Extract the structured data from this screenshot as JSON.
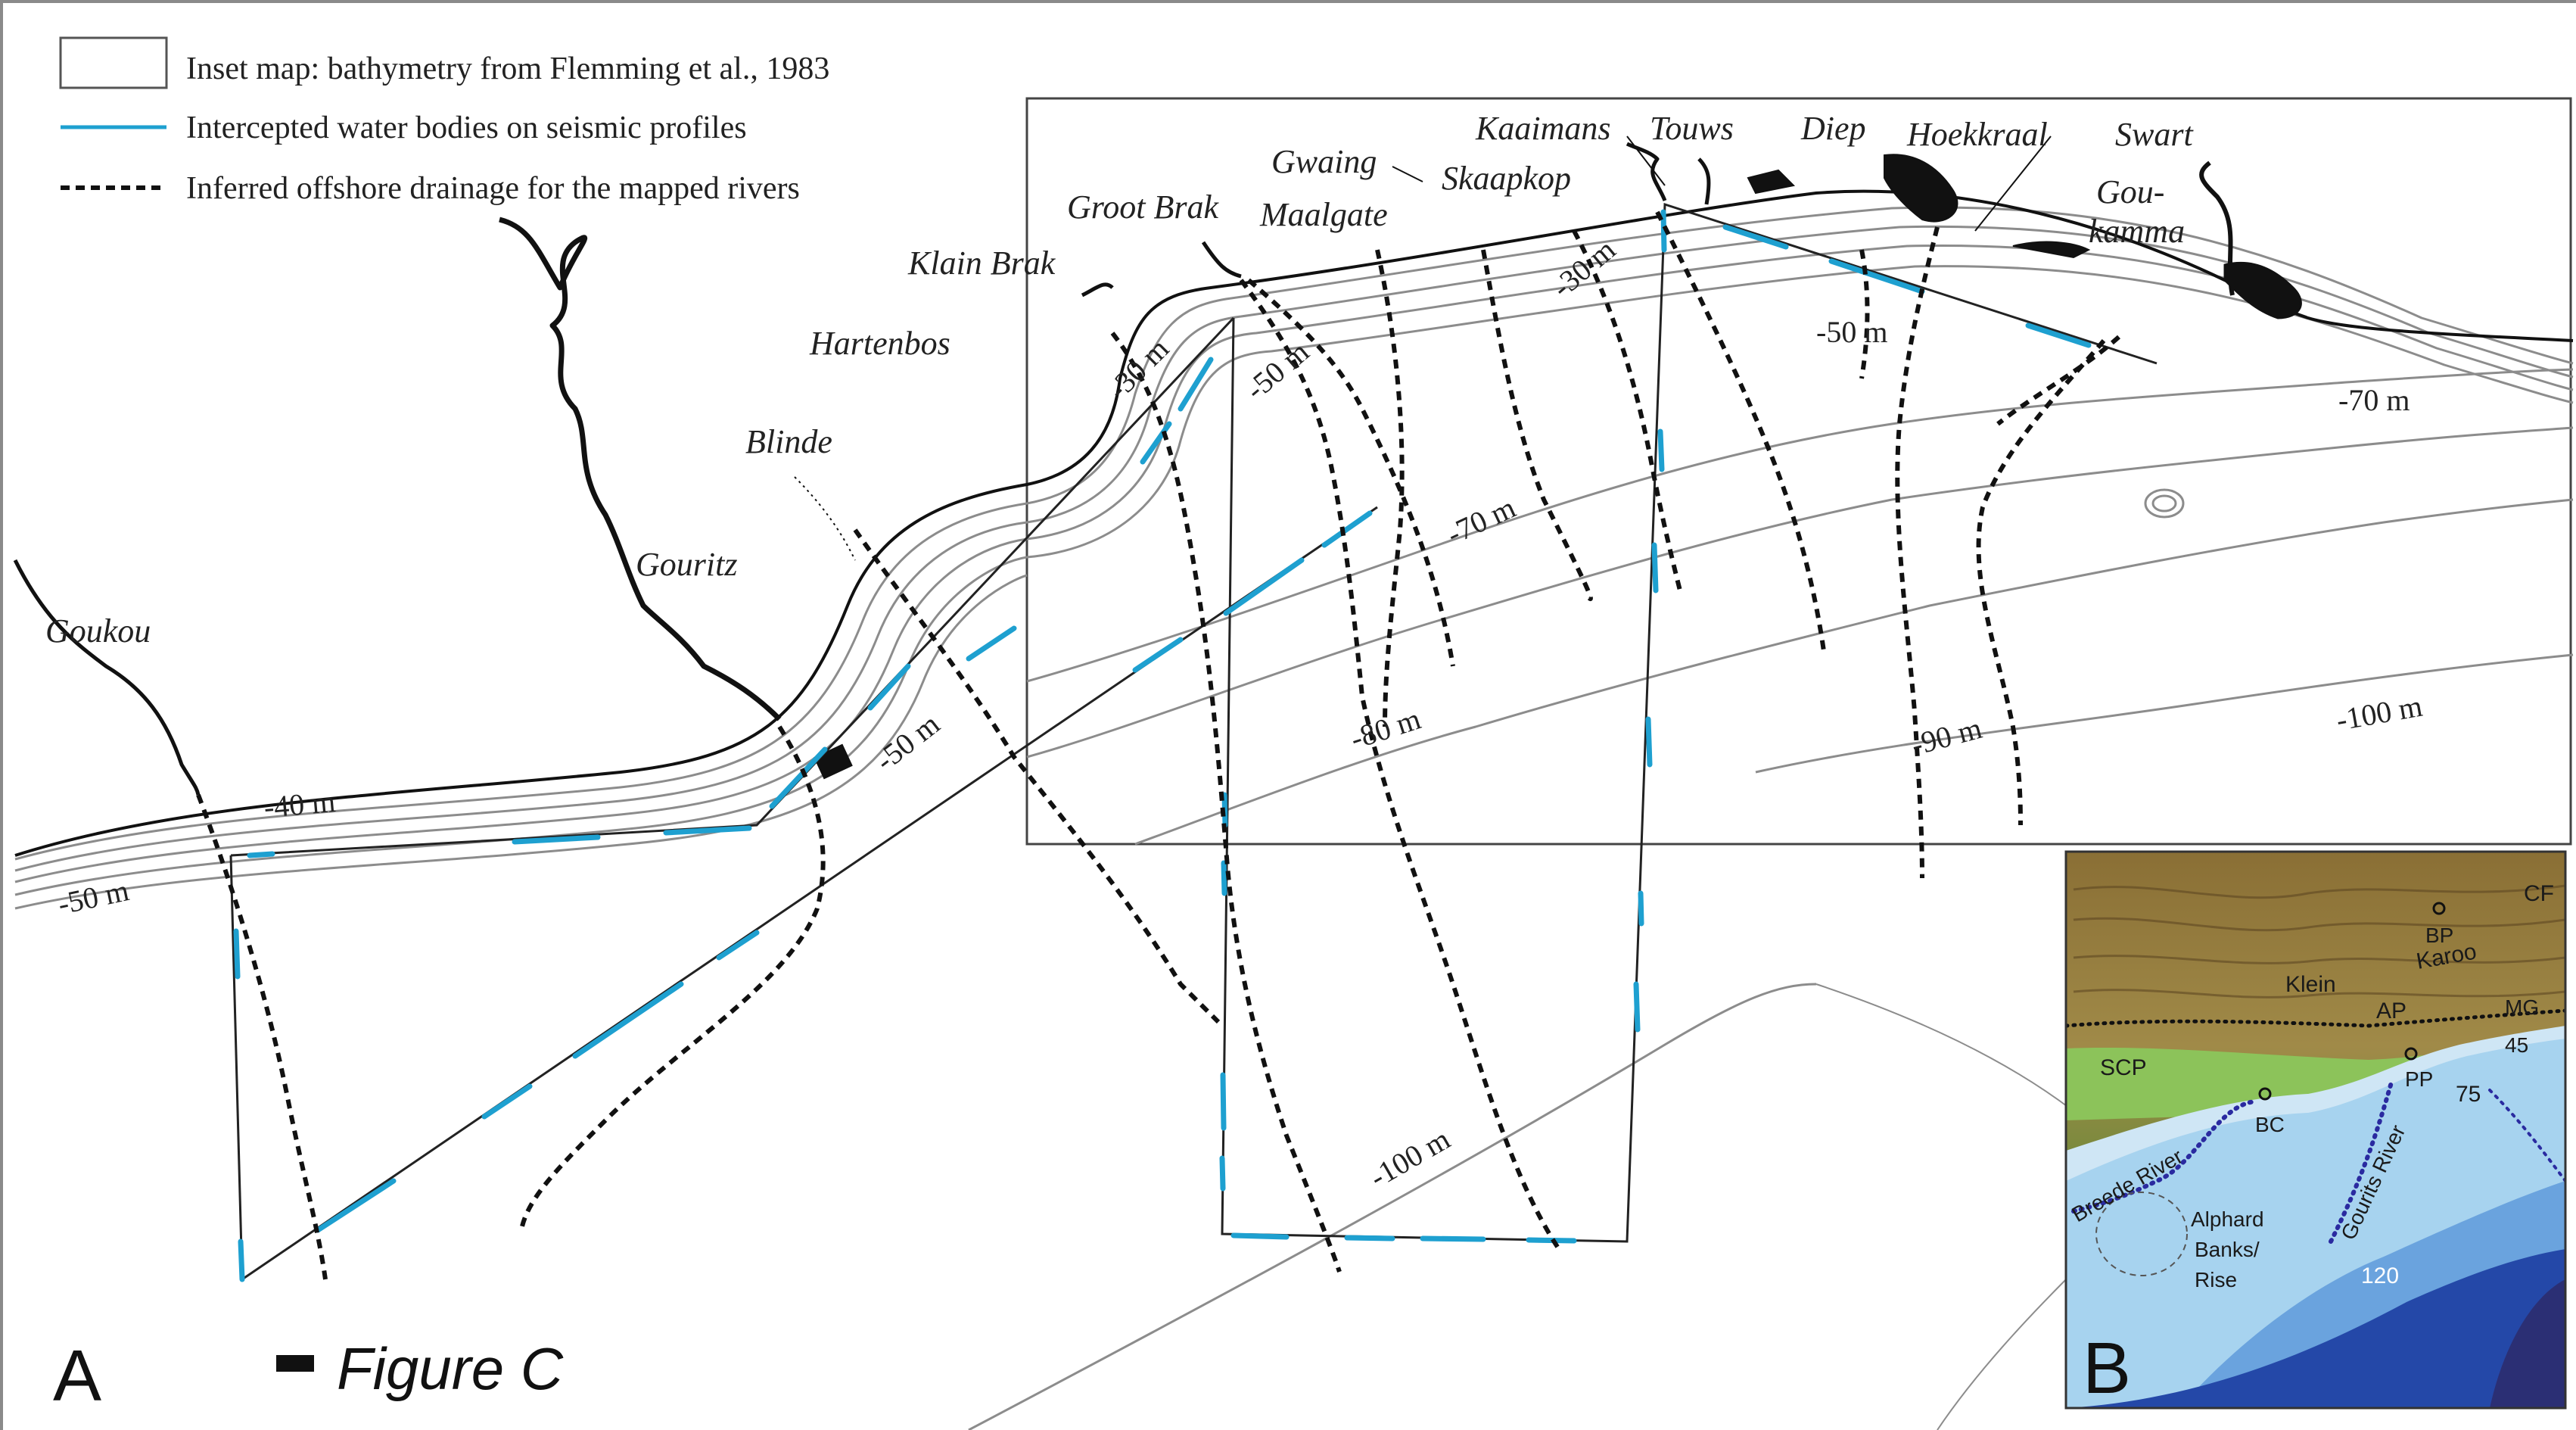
{
  "legend": {
    "inset_box": "Inset map: bathymetry from Flemming et al., 1983",
    "water_bodies": "Intercepted water bodies on seismic profiles",
    "drainage": "Inferred offshore drainage for the mapped rivers"
  },
  "rivers": {
    "goukou": "Goukou",
    "gouritz": "Gouritz",
    "blinde": "Blinde",
    "hartenbos": "Hartenbos",
    "klain_brak": "Klain Brak",
    "groot_brak": "Groot Brak",
    "gwaing": "Gwaing",
    "maalgate": "Maalgate",
    "skaapkop": "Skaapkop",
    "kaaimans": "Kaaimans",
    "touws": "Touws",
    "diep": "Diep",
    "hoekkraal": "Hoekkraal",
    "swart": "Swart",
    "goukamma_1": "Gou-",
    "goukamma_2": "kamma"
  },
  "depths": {
    "m40_west": "-40 m",
    "m50_west": "-50 m",
    "m50_mid": "-50 m",
    "m30_a": "-30 m",
    "m50_b": "-50 m",
    "m70_a": "-70 m",
    "m80": "-80 m",
    "m100_a": "-100 m",
    "m30_b": "-30 m",
    "m50_c": "-50 m",
    "m70_b": "-70 m",
    "m90": "-90 m",
    "m100_b": "-100 m"
  },
  "panel_a": {
    "letter": "A",
    "figure_c": "Figure C"
  },
  "inset_b": {
    "letter": "B",
    "cf": "CF",
    "bp": "BP",
    "karoo": "Karoo",
    "klein": "Klein",
    "ap": "AP",
    "mg": "MG",
    "scp": "SCP",
    "d45": "45",
    "pp": "PP",
    "d75": "75",
    "bc": "BC",
    "breede": "Breede River",
    "gourits": "Gourits River",
    "alphard_1": "Alphard",
    "alphard_2": "Banks/",
    "alphard_3": "Rise",
    "d120": "120"
  },
  "colors": {
    "seismic_blue": "#1ea0d0",
    "contour_grey": "#8c8c8c",
    "land_green": "#7fb352",
    "land_brown": "#9a7a3a",
    "shelf_light": "#a7d3ef",
    "shelf_mid": "#6aa3de",
    "deep_blue": "#2448a8",
    "abyss": "#2b2f74"
  }
}
